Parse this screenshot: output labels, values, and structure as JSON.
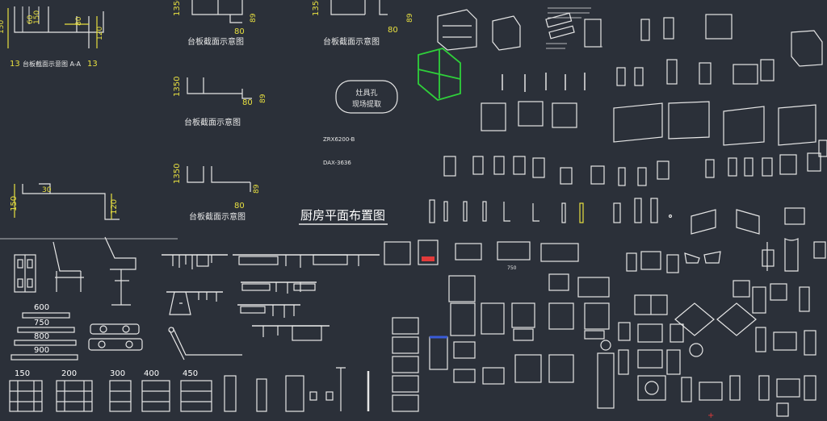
{
  "title": "厨房平面布置图",
  "section_label": "台板截面示意图",
  "section_label_aa": "台板截面示意图 A-A",
  "stove_hole_line1": "灶具孔",
  "stove_hole_line2": "现场提取",
  "model_1": "ZRX6200-B",
  "model_2": "DAX-3636",
  "drawer_widths": [
    "600",
    "750",
    "800",
    "900"
  ],
  "shelf_widths": [
    "150",
    "200",
    "300",
    "400",
    "450"
  ],
  "dimensions": {
    "d13": "13",
    "d150": "150",
    "d60": "60",
    "d80": "80",
    "d120": "120",
    "d89": "89",
    "d30": "30",
    "d750": "750"
  },
  "colors": {
    "background": "#2b3039",
    "line": "#e6e6e6",
    "dimension": "#e8e040",
    "accent_green": "#2fd03a",
    "accent_red": "#e23a3a",
    "accent_blue": "#3a5bd8"
  }
}
